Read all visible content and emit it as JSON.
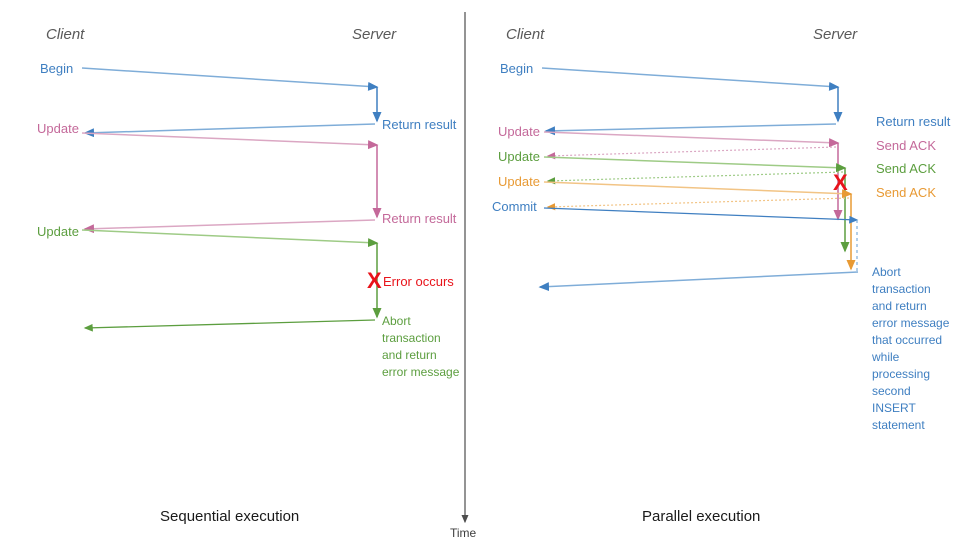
{
  "diagram": {
    "title_omitted": true,
    "colors": {
      "blue": "#3f7fc1",
      "blue_light": "#7fadd8",
      "pink": "#c4699a",
      "pink_light": "#dba7c3",
      "green": "#5c9e3f",
      "green_light": "#9ecb86",
      "orange": "#e89a34",
      "orange_light": "#f2c485",
      "red": "#e8131a",
      "gray": "#595959",
      "axis": "#4d4d4d"
    },
    "time_axis": {
      "label": "Time"
    },
    "panels": [
      {
        "id": "sequential",
        "caption": "Sequential execution",
        "client_label": "Client",
        "server_label": "Server",
        "client_messages": [
          {
            "label": "Begin",
            "color": "blue"
          },
          {
            "label": "Update",
            "color": "pink"
          },
          {
            "label": "Update",
            "color": "green"
          }
        ],
        "server_messages": [
          {
            "label": "Return result",
            "color": "blue"
          },
          {
            "label": "Return result",
            "color": "pink"
          },
          {
            "label": "Abort\ntransaction\nand return\nerror message",
            "color": "green"
          }
        ],
        "error": {
          "glyph": "X",
          "label": "Error occurs",
          "color": "red"
        }
      },
      {
        "id": "parallel",
        "caption": "Parallel execution",
        "client_label": "Client",
        "server_label": "Server",
        "client_messages": [
          {
            "label": "Begin",
            "color": "blue"
          },
          {
            "label": "Update",
            "color": "pink"
          },
          {
            "label": "Update",
            "color": "green"
          },
          {
            "label": "Update",
            "color": "orange"
          },
          {
            "label": "Commit",
            "color": "blue"
          }
        ],
        "server_messages": [
          {
            "label": "Return result",
            "color": "blue"
          },
          {
            "label": "Send ACK",
            "color": "pink"
          },
          {
            "label": "Send ACK",
            "color": "green"
          },
          {
            "label": "Send ACK",
            "color": "orange"
          },
          {
            "label": "Abort\ntransaction\nand return\nerror message\nthat occurred\nwhile\nprocessing\nsecond\nINSERT\nstatement",
            "color": "blue"
          }
        ],
        "error": {
          "glyph": "X",
          "label": "",
          "color": "red"
        }
      }
    ],
    "notes": {
      "seq_abort_lines": [
        "Abort",
        "transaction",
        "and return",
        "error message"
      ],
      "par_abort_lines": [
        "Abort",
        "transaction",
        "and return",
        "error message",
        "that occurred",
        "while",
        "processing",
        "second",
        "INSERT",
        "statement"
      ]
    }
  }
}
